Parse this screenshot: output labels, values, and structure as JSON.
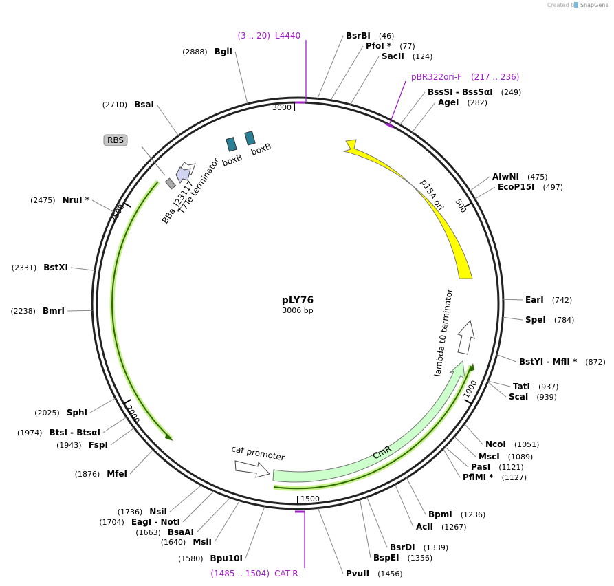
{
  "credit": {
    "prefix": "Created by",
    "brand": "SnapGene"
  },
  "plasmid": {
    "name": "pLY76",
    "length_label": "3006 bp"
  },
  "ticks": [
    {
      "label": "500",
      "angle": 60
    },
    {
      "label": "1000",
      "angle": 120
    },
    {
      "label": "1500",
      "angle": 180
    },
    {
      "label": "2000",
      "angle": 240
    },
    {
      "label": "2500",
      "angle": 300
    },
    {
      "label": "3000",
      "angle": 359
    }
  ],
  "sites": [
    {
      "name": "BsrBI",
      "pos": "(46)"
    },
    {
      "name": "PfoI *",
      "pos": "(77)"
    },
    {
      "name": "SacII",
      "pos": "(124)"
    },
    {
      "name": "BssSI  -  BssSαI",
      "pos": "(249)"
    },
    {
      "name": "AgeI",
      "pos": "(282)"
    },
    {
      "name": "AlwNI",
      "pos": "(475)"
    },
    {
      "name": "EcoP15I",
      "pos": "(497)"
    },
    {
      "name": "EarI",
      "pos": "(742)"
    },
    {
      "name": "SpeI",
      "pos": "(784)"
    },
    {
      "name": "BstYI  -  MflI *",
      "pos": "(872)"
    },
    {
      "name": "TatI",
      "pos": "(937)"
    },
    {
      "name": "ScaI",
      "pos": "(939)"
    },
    {
      "name": "NcoI",
      "pos": "(1051)"
    },
    {
      "name": "MscI",
      "pos": "(1089)"
    },
    {
      "name": "PasI",
      "pos": "(1121)"
    },
    {
      "name": "PflMI *",
      "pos": "(1127)"
    },
    {
      "name": "BpmI",
      "pos": "(1236)"
    },
    {
      "name": "AclI",
      "pos": "(1267)"
    },
    {
      "name": "BsrDI",
      "pos": "(1339)"
    },
    {
      "name": "BspEI",
      "pos": "(1356)"
    },
    {
      "name": "PvuII",
      "pos": "(1456)"
    },
    {
      "name": "Bpu10I",
      "pos": "(1580)"
    },
    {
      "name": "MslI",
      "pos": "(1640)"
    },
    {
      "name": "BsaAI",
      "pos": "(1663)"
    },
    {
      "name": "EagI  -  NotI",
      "pos": "(1704)"
    },
    {
      "name": "NsiI",
      "pos": "(1736)"
    },
    {
      "name": "MfeI",
      "pos": "(1876)"
    },
    {
      "name": "FspI",
      "pos": "(1943)"
    },
    {
      "name": "BtsI  -  BtsαI",
      "pos": "(1974)"
    },
    {
      "name": "SphI",
      "pos": "(2025)"
    },
    {
      "name": "BmrI",
      "pos": "(2238)"
    },
    {
      "name": "BstXI",
      "pos": "(2331)"
    },
    {
      "name": "NruI *",
      "pos": "(2475)"
    },
    {
      "name": "BsaI",
      "pos": "(2710)"
    },
    {
      "name": "BglI",
      "pos": "(2888)"
    }
  ],
  "primers": [
    {
      "name": "L4440",
      "range": "(3 .. 20)"
    },
    {
      "name": "pBR322ori-F",
      "range": "(217 .. 236)"
    },
    {
      "name": "CAT-R",
      "range": "(1485 .. 1504)"
    }
  ],
  "features": {
    "ori": "p15A ori",
    "cmr": "CmR",
    "cat_promoter": "cat promoter",
    "lambda_term": "lambda t0 terminator",
    "t7te": "T7Te terminator",
    "bba": "BBa_J23117",
    "boxb1": "boxB",
    "boxb2": "boxB",
    "rbs": "RBS"
  },
  "colors": {
    "ori": "#ffff00",
    "cmr": "#ccffcc",
    "lacz_line": "#2d6b00",
    "lacz_glow": "#c8f08c",
    "boxb": "#2a7f95",
    "primer": "#a020c8",
    "term_fill": "#ffffff",
    "promoter_fill": "#d0d4f0"
  }
}
